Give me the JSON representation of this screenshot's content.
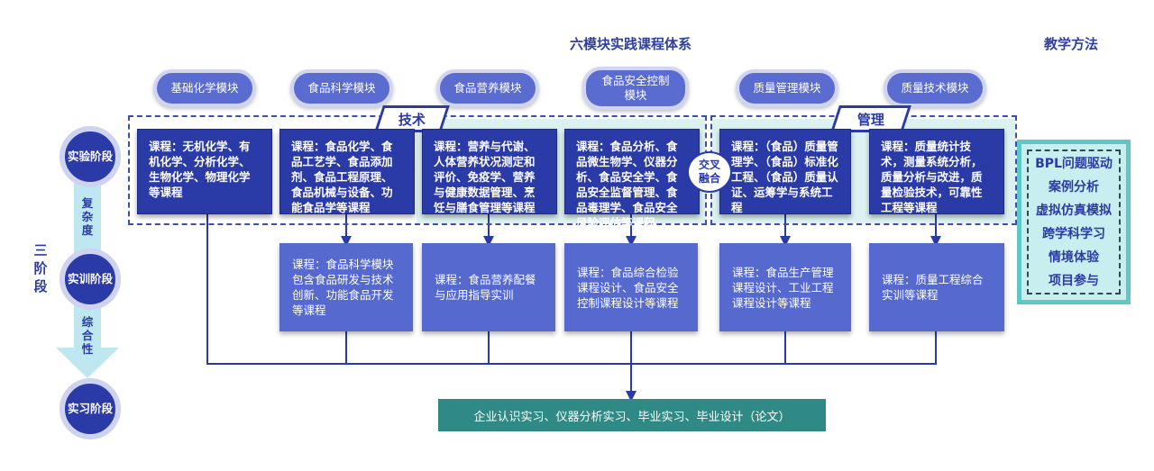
{
  "titles": {
    "system": "六模块实践课程体系",
    "methods": "教学方法"
  },
  "modules": [
    "基础化学模块",
    "食品科学模块",
    "食品营养模块",
    "食品安全控制模块",
    "质量管理模块",
    "质量技术模块"
  ],
  "tags": {
    "tech": "技术",
    "manage": "管理",
    "cross": "交叉融合"
  },
  "stage1_courses": [
    "课程：无机化学、有机化学、分析化学、生物化学、物理化学等课程",
    "课程：食品化学、食品工艺学、食品添加剂、食品工程原理、食品机械与设备、功能食品学等课程",
    "课程：营养与代谢、人体营养状况测定和评价、免疫学、营养与健康数据管理、烹饪与膳食管理等课程",
    "课程：食品分析、食品微生物学、仪器分析、食品安全学、食品安全监督管理、食品毒理学、食品安全风险评估等课程",
    "课程：（食品）质量管理学、（食品）标准化工程、（食品）质量认证、运筹学与系统工程",
    "课程：质量统计技术，测量系统分析，质量分析与改进，质量检验技术，可靠性工程等课程"
  ],
  "stage2_courses": [
    "课程：食品科学模块包含食品研发与技术创新、功能食品开发等课程",
    "课程：食品营养配餐与应用指导实训",
    "课程：食品综合检验课程设计、食品安全控制课程设计等课程",
    "课程：食品生产管理课程设计、工业工程课程设计等课程",
    "课程：质量工程综合实训等课程"
  ],
  "stages": {
    "group_label": "三阶段",
    "stage1": "实验阶段",
    "stage2": "实训阶段",
    "stage3": "实习阶段",
    "link1": "复杂度",
    "link2": "综合性"
  },
  "internship": "企业认识实习、仪器分析实习、毕业实习、毕业设计（论文）",
  "methods": [
    "BPL问题驱动",
    "案例分析",
    "虚拟仿真模拟",
    "跨学科学习",
    "情境体验",
    "项目参与"
  ]
}
